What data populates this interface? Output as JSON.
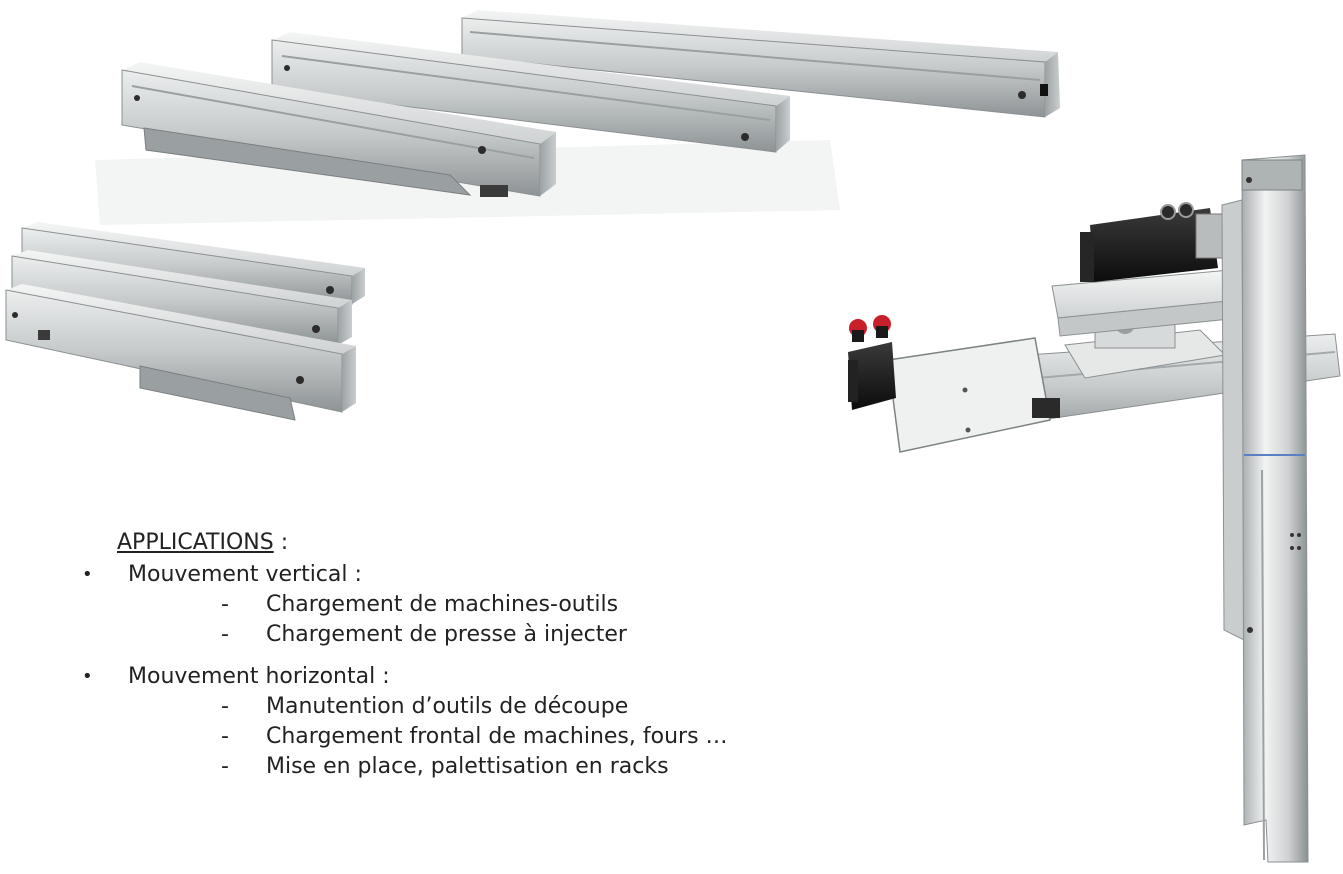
{
  "applications": {
    "heading": "APPLICATIONS",
    "heading_suffix": " :",
    "bullet_glyph": "•",
    "dash_glyph": "-",
    "groups": [
      {
        "title": "Mouvement vertical :",
        "items": [
          "Chargement de machines-outils",
          "Chargement de presse à injecter"
        ]
      },
      {
        "title": "Mouvement horizontal :",
        "items": [
          "Manutention d’outils de découpe",
          "Chargement frontal de machines, fours …",
          "Mise en place, palettisation en racks"
        ]
      }
    ]
  },
  "images": [
    {
      "name": "three-linear-axes-staggered",
      "description_icon": "linear-axis-rail-image"
    },
    {
      "name": "stacked-linear-axes",
      "description_icon": "stacked-rail-image"
    },
    {
      "name": "gantry-robot-with-servo-motors",
      "description_icon": "gantry-robot-image"
    }
  ],
  "colors": {
    "aluminum_light": "#e4e6e6",
    "aluminum_mid": "#b7bbbc",
    "aluminum_dark": "#7f8486",
    "motor_black": "#161616",
    "connector_red": "#c8202a",
    "text": "#222222"
  }
}
